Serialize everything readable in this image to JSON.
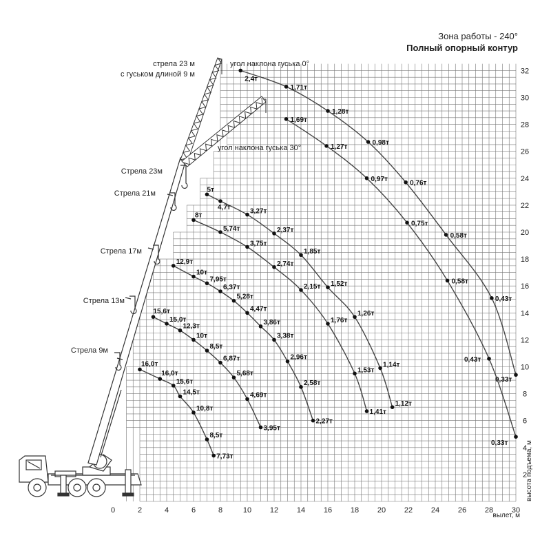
{
  "header": {
    "line1": "Зона работы - 240°",
    "line2": "Полный опорный контур"
  },
  "boom_labels": {
    "jib_line1": "стрела 23 м",
    "jib_line2": "с гуськом длиной 9 м",
    "b23": "Стрела 23м",
    "b21": "Стрела 21м",
    "b17": "Стрела 17м",
    "b13": "Стрела 13м",
    "b9": "Стрела 9м"
  },
  "jib_labels": {
    "angle0": "угол наклона гуська 0°",
    "angle30": "угол наклона гуська 30°"
  },
  "axes": {
    "xlabel": "вылет, м",
    "ylabel": "высота подъема, м",
    "xticks": [
      "0",
      "2",
      "4",
      "6",
      "8",
      "10",
      "12",
      "14",
      "16",
      "18",
      "20",
      "22",
      "24",
      "26",
      "28",
      "30"
    ],
    "yticks": [
      "2",
      "4",
      "6",
      "8",
      "10",
      "12",
      "14",
      "16",
      "18",
      "20",
      "22",
      "24",
      "26",
      "28",
      "30",
      "32"
    ]
  },
  "chart_data": {
    "type": "scatter",
    "title": "Зона работы - 240°",
    "subtitle": "Полный опорный контур",
    "xlabel": "вылет, м",
    "ylabel": "высота подъема, м",
    "xlim": [
      0,
      30
    ],
    "ylim": [
      0,
      33
    ],
    "grid": true,
    "series": [
      {
        "key": "jib0",
        "points": [
          {
            "x": 9.5,
            "y": 32,
            "label": "2,4т"
          },
          {
            "x": 12.9,
            "y": 30.8,
            "label": "1,71т"
          },
          {
            "x": 16,
            "y": 29,
            "label": "1,28т"
          },
          {
            "x": 19,
            "y": 26.7,
            "label": "0,98т"
          },
          {
            "x": 21.8,
            "y": 23.7,
            "label": "0,76т"
          },
          {
            "x": 24.8,
            "y": 19.8,
            "label": "0,58т"
          },
          {
            "x": 28.2,
            "y": 15.1,
            "label": "0,43т"
          },
          {
            "x": 30,
            "y": 9.4,
            "label": "0,33т"
          }
        ]
      },
      {
        "key": "jib30",
        "points": [
          {
            "x": 12.9,
            "y": 28.4,
            "label": "1,69т"
          },
          {
            "x": 15.9,
            "y": 26.4,
            "label": "1,27т"
          },
          {
            "x": 18.9,
            "y": 24.0,
            "label": "0,97т"
          },
          {
            "x": 21.9,
            "y": 20.7,
            "label": "0,75т"
          },
          {
            "x": 24.9,
            "y": 16.4,
            "label": "0,58т"
          },
          {
            "x": 28.0,
            "y": 10.6,
            "label": "0,43т"
          },
          {
            "x": 30,
            "y": 4.8,
            "label": "0,33т"
          }
        ]
      },
      {
        "key": "b23",
        "points": [
          {
            "x": 7.0,
            "y": 22.8,
            "label": "5т"
          },
          {
            "x": 8.0,
            "y": 22.3,
            "label": "4,7т"
          },
          {
            "x": 10.0,
            "y": 21.3,
            "label": "3,27т"
          },
          {
            "x": 12.0,
            "y": 19.9,
            "label": "2,37т"
          },
          {
            "x": 14.0,
            "y": 18.3,
            "label": "1,85т"
          },
          {
            "x": 16.0,
            "y": 15.9,
            "label": "1,52т"
          },
          {
            "x": 18.0,
            "y": 13.7,
            "label": "1,26т"
          },
          {
            "x": 19.9,
            "y": 9.9,
            "label": "1,14т"
          },
          {
            "x": 20.8,
            "y": 7.0,
            "label": "1,12т"
          }
        ]
      },
      {
        "key": "b21",
        "points": [
          {
            "x": 6.0,
            "y": 20.9,
            "label": "8т"
          },
          {
            "x": 8.0,
            "y": 20.0,
            "label": "5,74т"
          },
          {
            "x": 10.0,
            "y": 18.9,
            "label": "3,75т"
          },
          {
            "x": 12.0,
            "y": 17.4,
            "label": "2,74т"
          },
          {
            "x": 14.0,
            "y": 15.7,
            "label": "2,15т"
          },
          {
            "x": 16.0,
            "y": 13.2,
            "label": "1,76т"
          },
          {
            "x": 18.0,
            "y": 9.5,
            "label": "1,53т"
          },
          {
            "x": 18.9,
            "y": 6.7,
            "label": "1,41т"
          }
        ]
      },
      {
        "key": "b17",
        "points": [
          {
            "x": 4.5,
            "y": 17.5,
            "label": "12,9т"
          },
          {
            "x": 6.0,
            "y": 16.7,
            "label": "10т"
          },
          {
            "x": 7.0,
            "y": 16.2,
            "label": "7,95т"
          },
          {
            "x": 8.0,
            "y": 15.6,
            "label": "6,37т"
          },
          {
            "x": 9.0,
            "y": 14.9,
            "label": "5,28т"
          },
          {
            "x": 10.0,
            "y": 14.0,
            "label": "4,47т"
          },
          {
            "x": 11.0,
            "y": 13.0,
            "label": "3,86т"
          },
          {
            "x": 12.0,
            "y": 12.0,
            "label": "3,38т"
          },
          {
            "x": 13.0,
            "y": 10.4,
            "label": "2,96т"
          },
          {
            "x": 14.0,
            "y": 8.5,
            "label": "2,58т"
          },
          {
            "x": 14.9,
            "y": 6.0,
            "label": "2,27т"
          }
        ]
      },
      {
        "key": "b13",
        "points": [
          {
            "x": 3.0,
            "y": 13.7,
            "label": "15,6т"
          },
          {
            "x": 4.0,
            "y": 13.2,
            "label": "15,0т"
          },
          {
            "x": 5.0,
            "y": 12.7,
            "label": "12,3т"
          },
          {
            "x": 6.0,
            "y": 12.0,
            "label": "10т"
          },
          {
            "x": 7.0,
            "y": 11.2,
            "label": "8,5т"
          },
          {
            "x": 8.0,
            "y": 10.3,
            "label": "6,87т"
          },
          {
            "x": 9.0,
            "y": 9.2,
            "label": "5,68т"
          },
          {
            "x": 10.0,
            "y": 7.6,
            "label": "4,69т"
          },
          {
            "x": 11.0,
            "y": 5.5,
            "label": "3,95т"
          }
        ]
      },
      {
        "key": "b9",
        "points": [
          {
            "x": 2.0,
            "y": 9.8,
            "label": "16,0т"
          },
          {
            "x": 3.5,
            "y": 9.1,
            "label": "16,0т"
          },
          {
            "x": 4.5,
            "y": 8.6,
            "label": "15,6т"
          },
          {
            "x": 5.0,
            "y": 7.8,
            "label": "14,5т"
          },
          {
            "x": 6.0,
            "y": 6.6,
            "label": "10,8т"
          },
          {
            "x": 7.0,
            "y": 4.6,
            "label": "8,5т"
          },
          {
            "x": 7.5,
            "y": 3.4,
            "label": "7,73т"
          }
        ]
      }
    ]
  }
}
